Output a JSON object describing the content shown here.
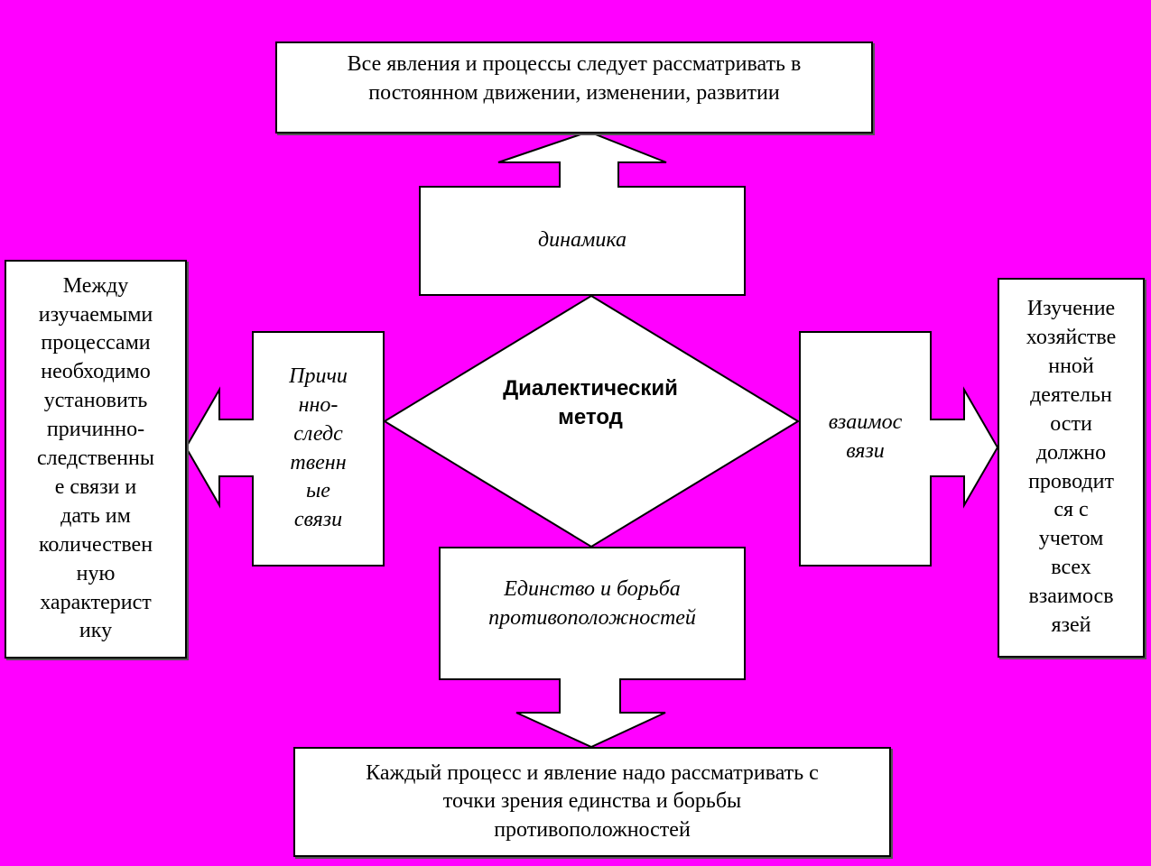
{
  "diagram": {
    "center": "Диалектический\nметод",
    "top_principle": "динамика",
    "top_statement": "Все явления и процессы следует рассматривать в\nпостоянном движении, изменении, развитии",
    "left_principle": "Причи\nнно-\nследс\nтвенн\nые\nсвязи",
    "left_statement": "Между\nизучаемыми\nпроцессами\nнеобходимо\nустановить\nпричинно-\nследственны\nе связи и\nдать им\nколичествен\nную\nхарактерист\nику",
    "right_principle": "взаимос\nвязи",
    "right_statement": "Изучение\nхозяйстве\nнной\nдеятельн\nости\nдолжно\nпроводит\nся с\nучетом\nвсех\nвзаимосв\nязей",
    "bottom_principle": "Единство и борьба\nпротивоположностей",
    "bottom_statement": "Каждый процесс и явление надо рассматривать с\nточки зрения единства и борьбы\nпротивоположностей"
  }
}
